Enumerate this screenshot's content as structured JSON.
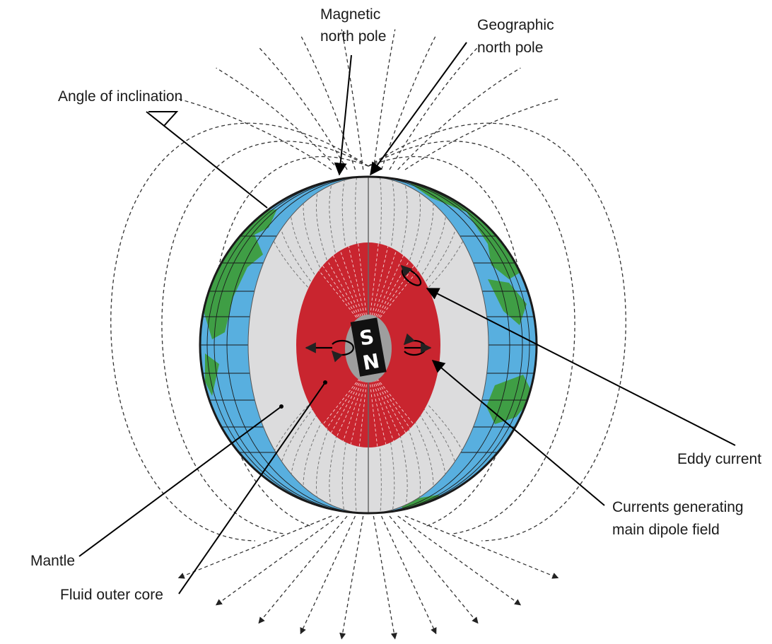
{
  "labels": {
    "magnetic_north_pole_line1": "Magnetic",
    "magnetic_north_pole_line2": "north pole",
    "geographic_north_pole_line1": "Geographic",
    "geographic_north_pole_line2": "north pole",
    "angle_of_inclination": "Angle of inclination",
    "eddy_current": "Eddy current",
    "currents_line1": "Currents generating",
    "currents_line2": "main dipole field",
    "mantle": "Mantle",
    "fluid_outer_core": "Fluid outer core"
  },
  "magnet": {
    "south_letter": "S",
    "north_letter": "N"
  },
  "colors": {
    "ocean": "#58afdf",
    "land": "#3f9e45",
    "mantle": "#dcdcdd",
    "outer_core": "#c9252f",
    "inner_core": "#9e9e9e",
    "magnet": "#111111",
    "outline": "#1a1a1a"
  }
}
